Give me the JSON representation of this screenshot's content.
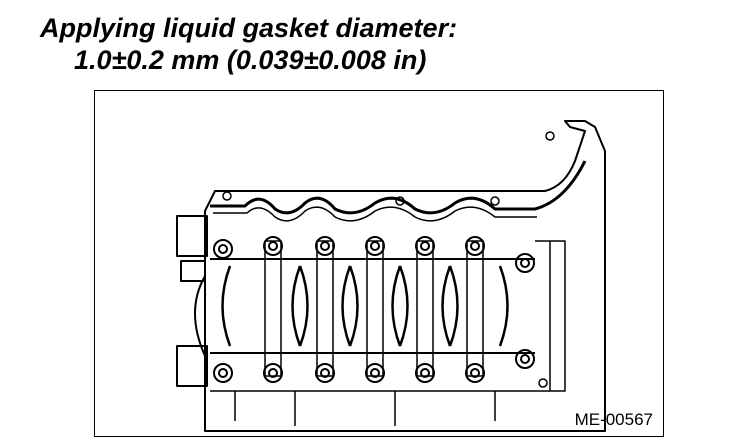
{
  "heading": {
    "line1": "Applying liquid gasket diameter:",
    "line2": "1.0±0.2 mm (0.039±0.008 in)"
  },
  "figure": {
    "code": "ME-00567",
    "subject": "cylinder-block-lower-face"
  }
}
